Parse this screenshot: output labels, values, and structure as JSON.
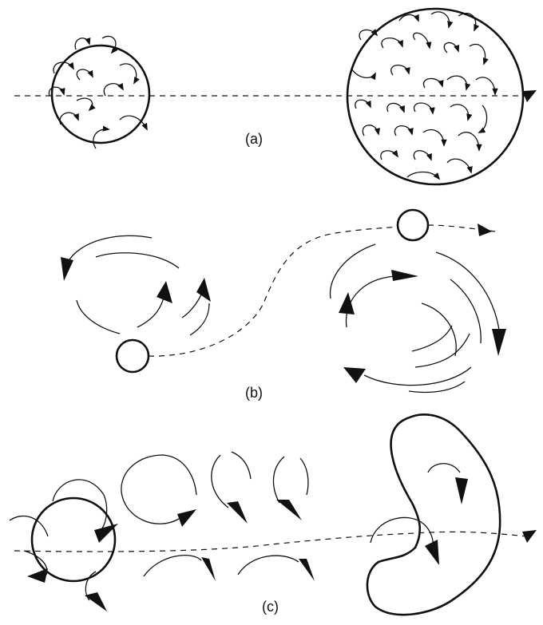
{
  "labels": {
    "a": "(a)",
    "b": "(b)",
    "c": "(c)"
  },
  "colors": {
    "ink": "#111111",
    "background": "#ffffff"
  }
}
